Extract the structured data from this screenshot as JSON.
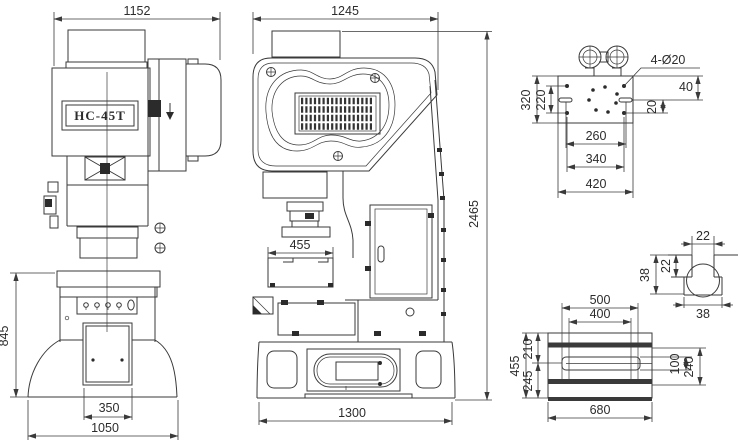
{
  "drawing": {
    "product_label": "HC-45T",
    "line_color": "#3a3a3a",
    "background": "#ffffff"
  },
  "front": {
    "nameplate": "HC-45T",
    "width": "1152",
    "base_height": "845",
    "slot_width": "350",
    "base_width": "1050"
  },
  "side": {
    "width": "1245",
    "overall_height": "2465",
    "table_depth": "455",
    "base_depth": "1300"
  },
  "slide_plate": {
    "hole_callout": "4-Ø20",
    "offset_top": "40",
    "offset_bottom": "20",
    "height_outer": "320",
    "height_inner": "220",
    "width_inner": "260",
    "width_mid": "340",
    "width_outer": "420"
  },
  "t_slot": {
    "slot_width": "22",
    "depth_outer": "38",
    "depth_inner": "22",
    "base_width": "38"
  },
  "bolster": {
    "span_outer": "500",
    "span_inner": "400",
    "height_overall": "455",
    "height_upper": "210",
    "height_lower": "245",
    "slot_height": "100",
    "band_span": "240",
    "width": "680"
  }
}
